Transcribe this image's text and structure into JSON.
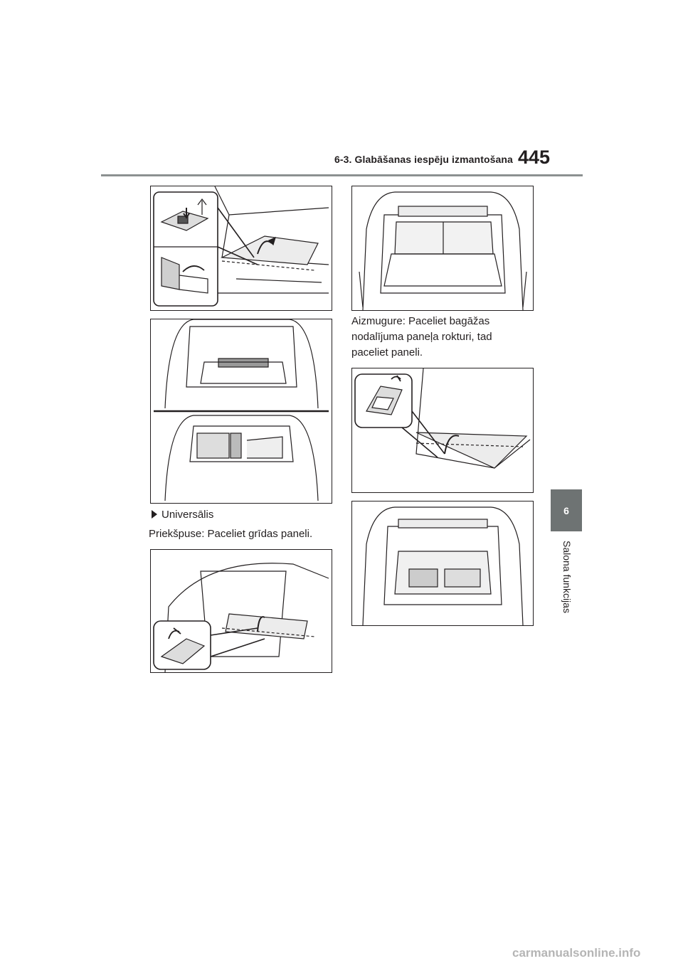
{
  "header": {
    "title": "6-3. Glabāšanas iespēju izmantošana",
    "page_number": "445"
  },
  "side_tab": {
    "chapter": "6",
    "label": "Salona funkcijas"
  },
  "left_column": {
    "bullet_label": "Universālis",
    "front_text": "Priekšpuse: Paceliet grīdas paneli."
  },
  "right_column": {
    "rear_text_lines": [
      "Aizmugure: Paceliet bagāžas",
      "nodalījuma paneļa rokturi, tad",
      "paceliet paneli."
    ]
  },
  "watermark": "carmanualsonline.info"
}
